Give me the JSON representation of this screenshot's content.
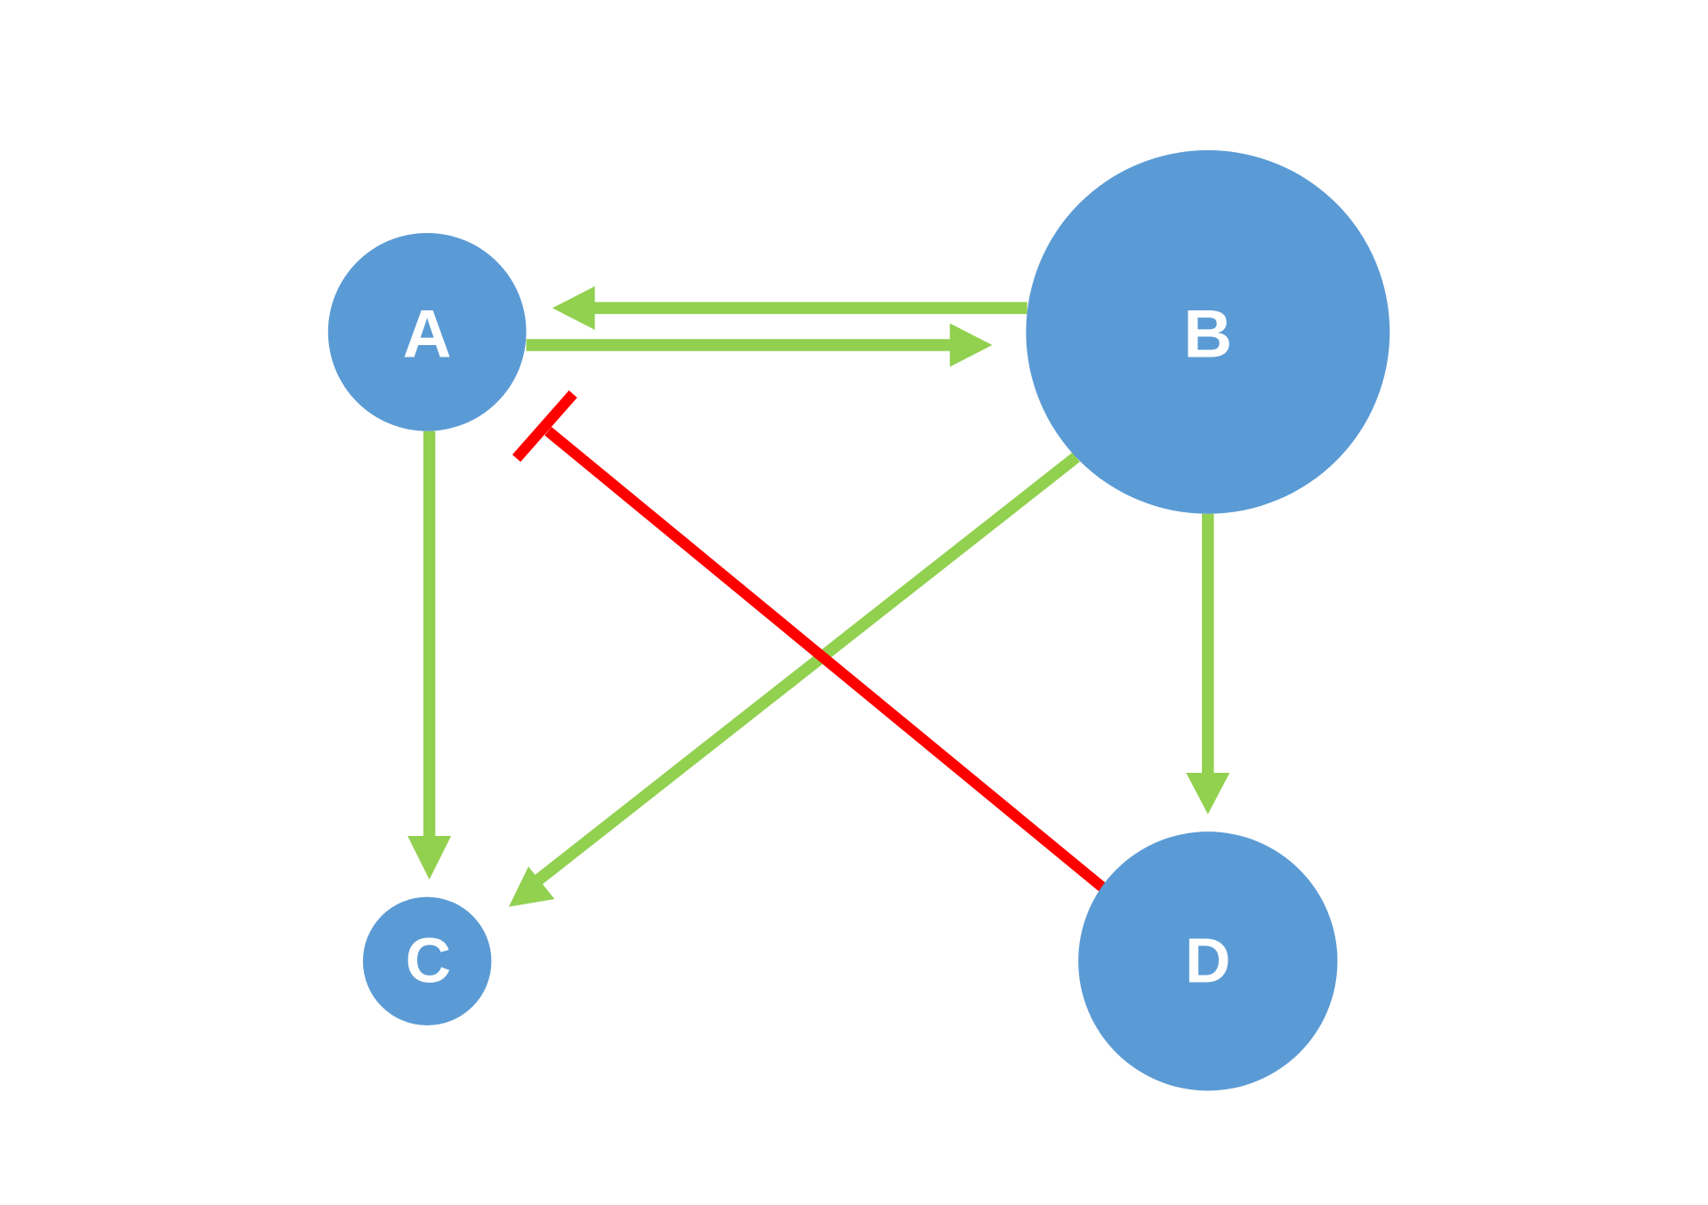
{
  "colors": {
    "node": "#5b9bd5",
    "activation": "#92d050",
    "inhibition": "#ff0000",
    "label": "#ffffff"
  },
  "nodes": [
    {
      "id": "A",
      "label": "A"
    },
    {
      "id": "B",
      "label": "B"
    },
    {
      "id": "C",
      "label": "C"
    },
    {
      "id": "D",
      "label": "D"
    }
  ],
  "edges": [
    {
      "from": "B",
      "to": "A",
      "type": "activation"
    },
    {
      "from": "A",
      "to": "B",
      "type": "activation"
    },
    {
      "from": "A",
      "to": "C",
      "type": "activation"
    },
    {
      "from": "B",
      "to": "D",
      "type": "activation"
    },
    {
      "from": "B",
      "to": "C",
      "type": "activation"
    },
    {
      "from": "D",
      "to": "A",
      "type": "inhibition"
    }
  ]
}
